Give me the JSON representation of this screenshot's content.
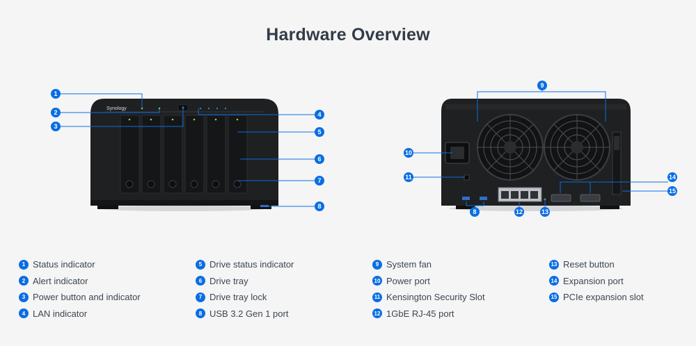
{
  "title": "Hardware Overview",
  "front_device": {
    "brand": "Synology"
  },
  "legend": [
    [
      {
        "num": "1",
        "label": "Status indicator"
      },
      {
        "num": "2",
        "label": "Alert indicator"
      },
      {
        "num": "3",
        "label": "Power button and indicator"
      },
      {
        "num": "4",
        "label": "LAN indicator"
      }
    ],
    [
      {
        "num": "5",
        "label": "Drive status indicator"
      },
      {
        "num": "6",
        "label": "Drive tray"
      },
      {
        "num": "7",
        "label": "Drive tray lock"
      },
      {
        "num": "8",
        "label": "USB 3.2 Gen 1 port"
      }
    ],
    [
      {
        "num": "9",
        "label": "System fan"
      },
      {
        "num": "10",
        "label": "Power port"
      },
      {
        "num": "11",
        "label": "Kensington Security Slot"
      },
      {
        "num": "12",
        "label": "1GbE RJ-45 port"
      }
    ],
    [
      {
        "num": "13",
        "label": "Reset button"
      },
      {
        "num": "14",
        "label": "Expansion port"
      },
      {
        "num": "15",
        "label": "PCIe expansion slot"
      }
    ]
  ],
  "colors": {
    "badge": "#0a6ee2",
    "callout_line": "#0a6ee2",
    "device_body": "#1f2123",
    "background": "#f5f5f6"
  }
}
